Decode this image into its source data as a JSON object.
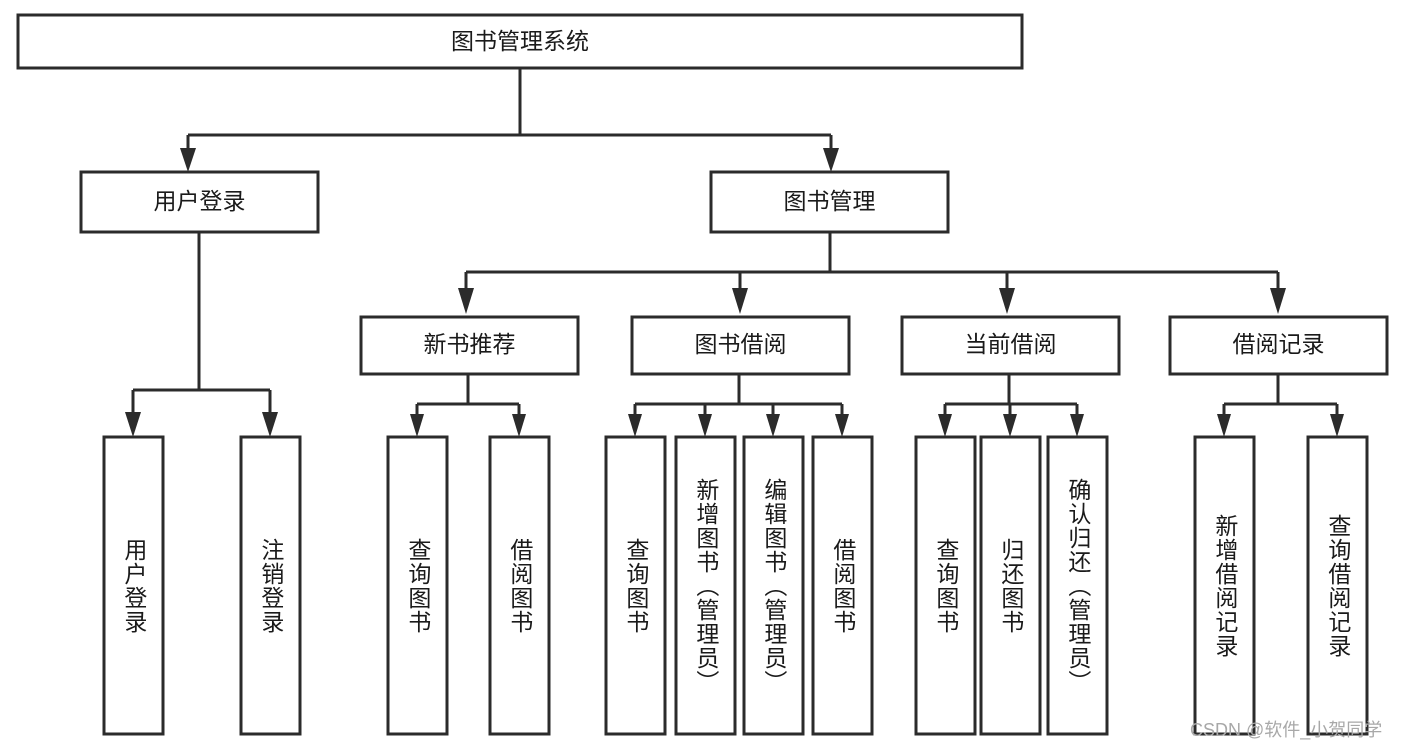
{
  "diagram": {
    "type": "tree-hierarchy-chart",
    "title": "图书管理系统",
    "watermark": "CSDN @软件_小贺同学",
    "colors": {
      "stroke": "#2b2b2b",
      "fill": "#ffffff",
      "text": "#1a1a1a",
      "watermark": "#a8a8a8"
    },
    "root": {
      "label": "图书管理系统"
    },
    "level2": [
      {
        "label": "用户登录"
      },
      {
        "label": "图书管理"
      }
    ],
    "level3": [
      {
        "label": "新书推荐"
      },
      {
        "label": "图书借阅"
      },
      {
        "label": "当前借阅"
      },
      {
        "label": "借阅记录"
      }
    ],
    "leaves": {
      "user_login": [
        {
          "label": "用户登录"
        },
        {
          "label": "注销登录"
        }
      ],
      "new_book_recommend": [
        {
          "label": "查询图书"
        },
        {
          "label": "借阅图书"
        }
      ],
      "book_borrow": [
        {
          "label": "查询图书"
        },
        {
          "label": "新增图书（管理员）"
        },
        {
          "label": "编辑图书（管理员）"
        },
        {
          "label": "借阅图书"
        }
      ],
      "current_borrow": [
        {
          "label": "查询图书"
        },
        {
          "label": "归还图书"
        },
        {
          "label": "确认归还（管理员）"
        }
      ],
      "borrow_record": [
        {
          "label": "新增借阅记录"
        },
        {
          "label": "查询借阅记录"
        }
      ]
    }
  }
}
